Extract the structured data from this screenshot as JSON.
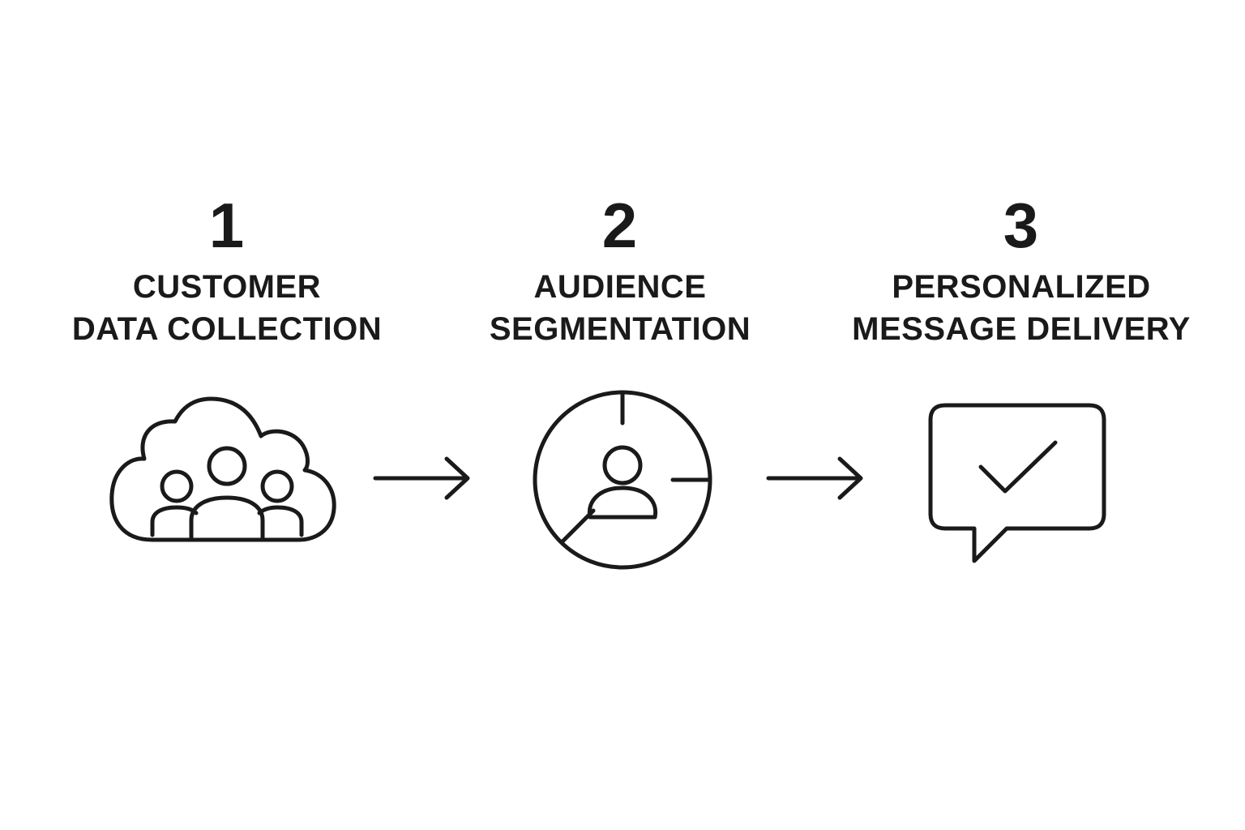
{
  "steps": [
    {
      "number": "1",
      "title_line1": "CUSTOMER",
      "title_line2": "DATA COLLECTION",
      "icon": "cloud-users-icon"
    },
    {
      "number": "2",
      "title_line1": "AUDIENCE",
      "title_line2": "SEGMENTATION",
      "icon": "target-user-icon"
    },
    {
      "number": "3",
      "title_line1": "PERSONALIZED",
      "title_line2": "MESSAGE DELIVERY",
      "icon": "chat-check-icon"
    }
  ],
  "connectors": [
    {
      "from": "1",
      "to": "2",
      "icon": "arrow-right-icon"
    },
    {
      "from": "2",
      "to": "3",
      "icon": "arrow-right-icon"
    }
  ],
  "colors": {
    "ink": "#1a1a1a",
    "background": "#ffffff"
  }
}
